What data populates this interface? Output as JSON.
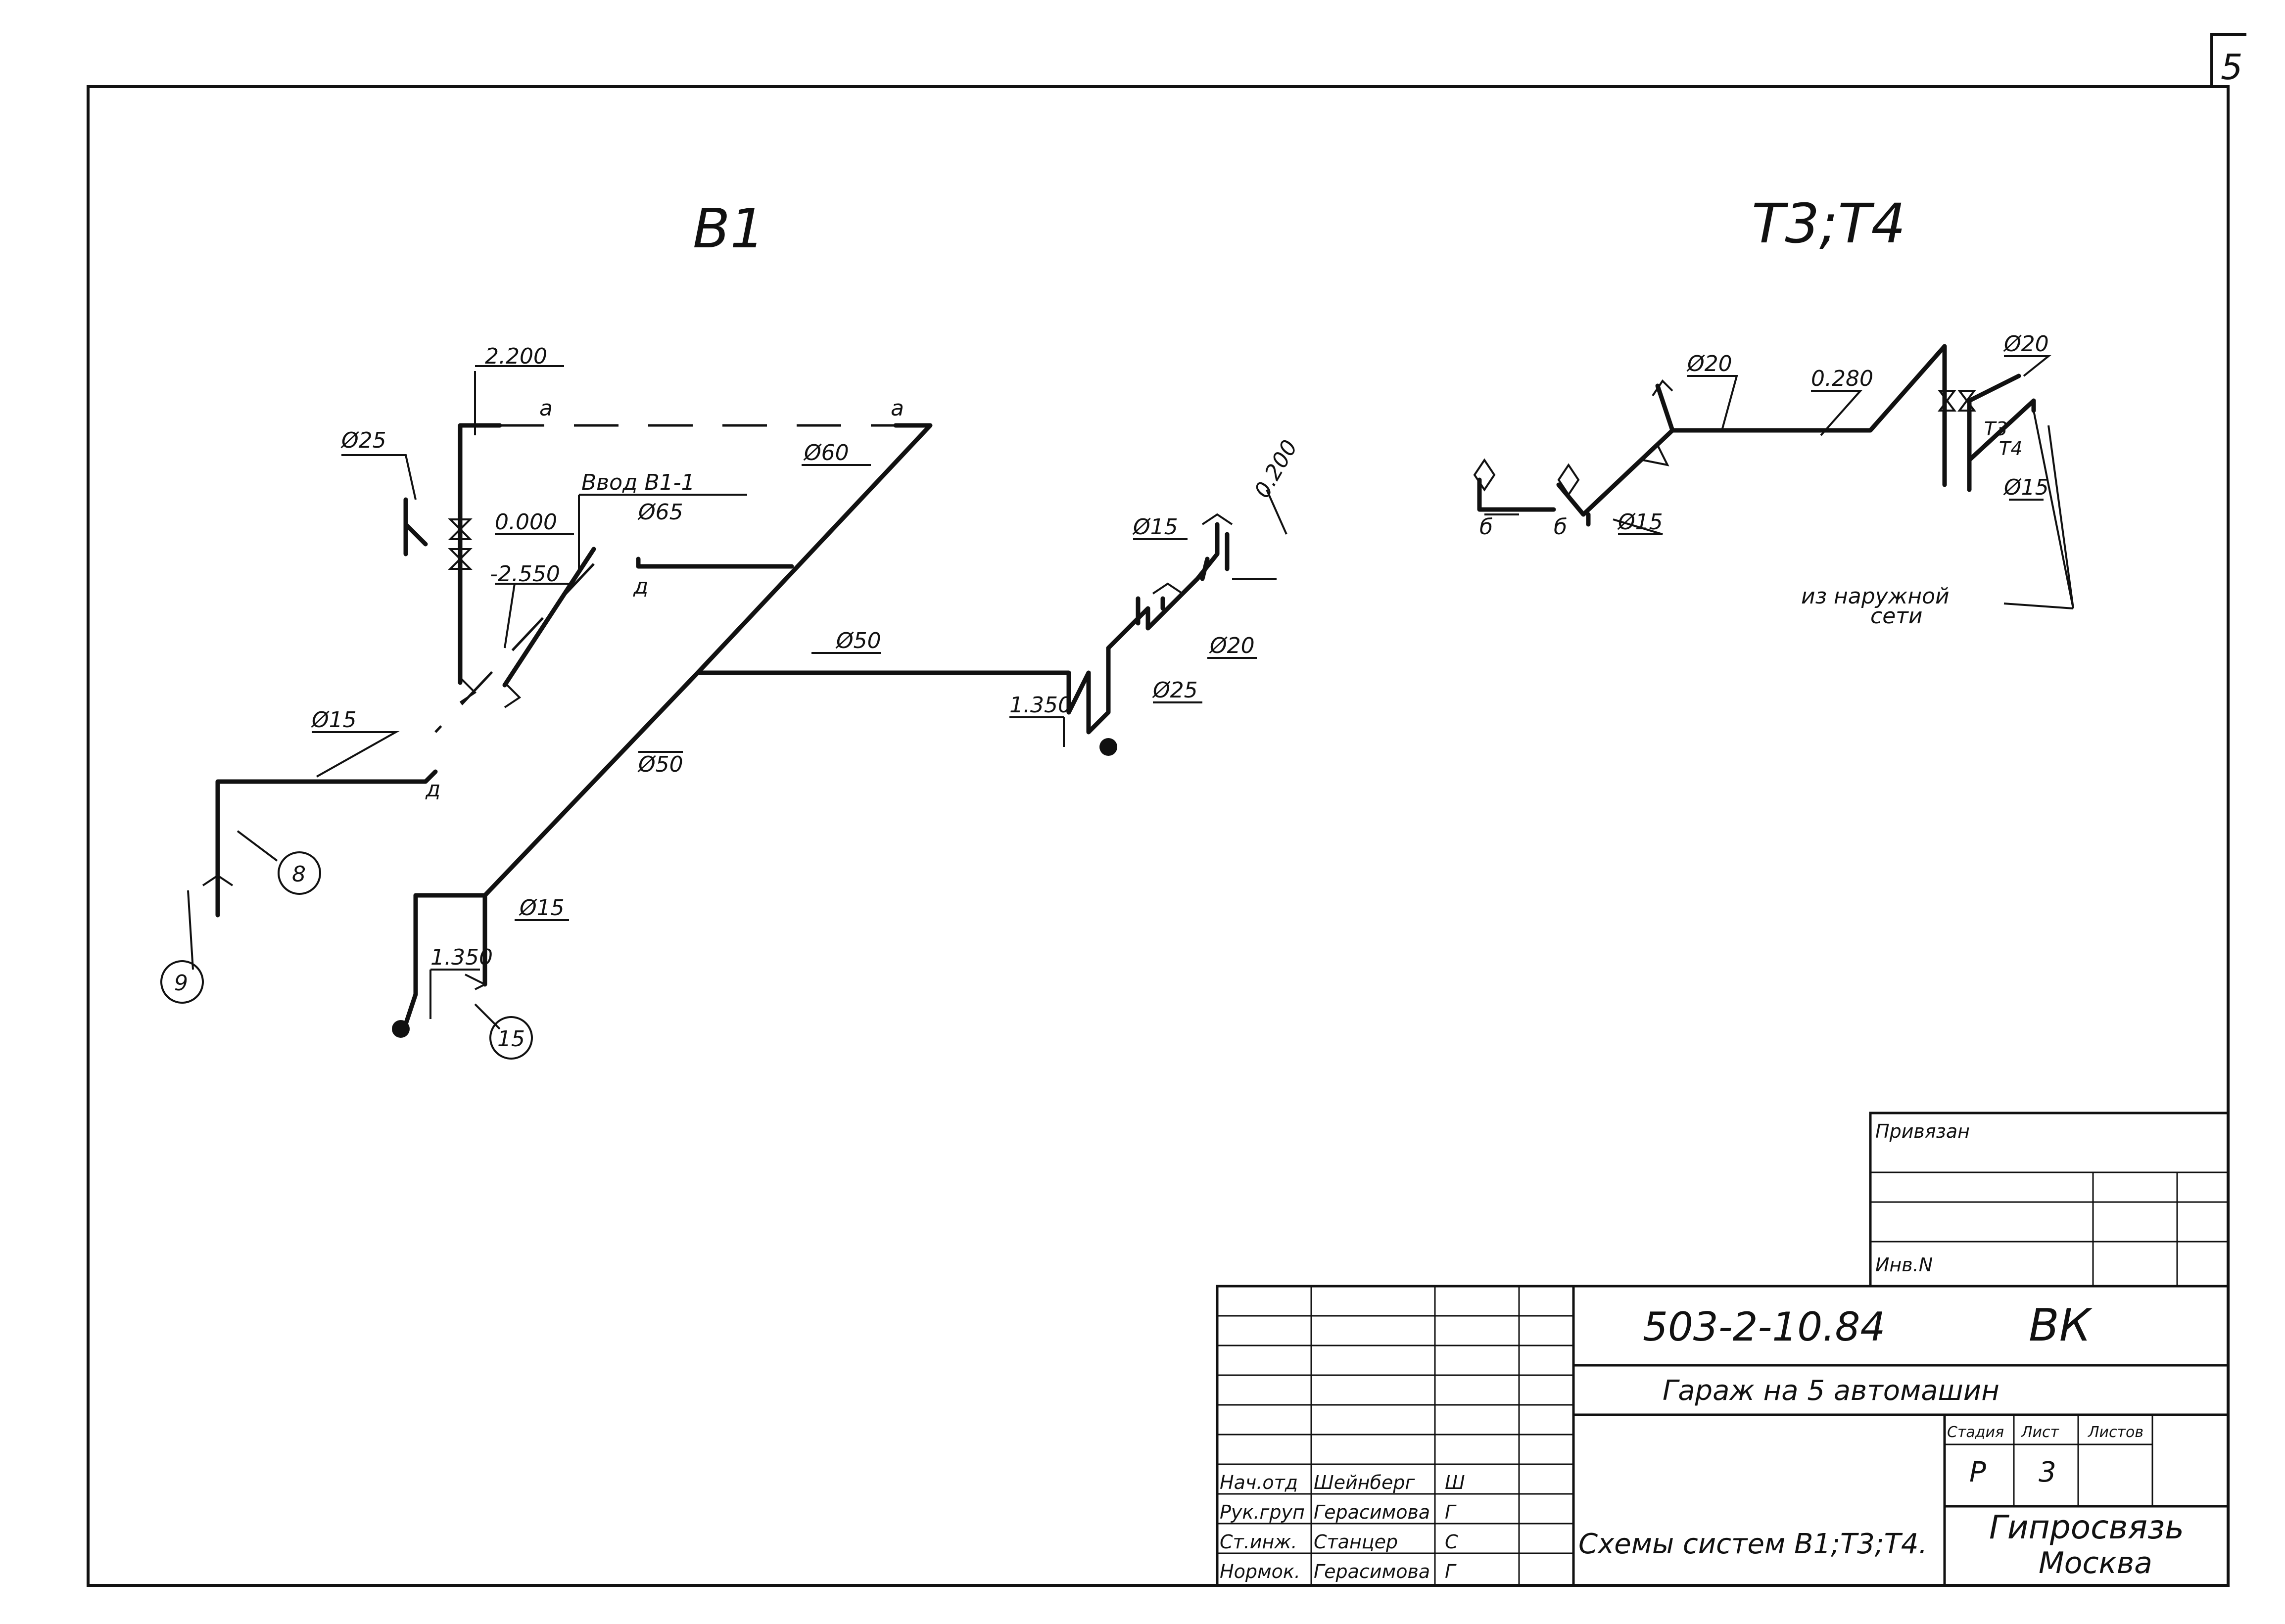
{
  "sheet_number": "5",
  "system_b1": {
    "title": "В1",
    "labels": {
      "elev_top": "2.200",
      "mark_a1": "а",
      "mark_a2": "а",
      "d25": "Ø25",
      "vvod": "Ввод В1-1",
      "d65": "Ø65",
      "elev_zero": "0.000",
      "elev_neg": "-2.550",
      "d60": "Ø60",
      "mark_d1": "д",
      "d15_left": "Ø15",
      "mark_d2": "д",
      "d50_main": "Ø50",
      "d50_branch": "Ø50",
      "d15_low": "Ø15",
      "elev_1350_low": "1.350",
      "elev_1350_right": "1.350",
      "d15_right": "Ø15",
      "d20_right": "Ø20",
      "d25_right": "Ø25",
      "elev_0200": "0.200",
      "callout_8": "8",
      "callout_9": "9",
      "callout_15": "15"
    }
  },
  "system_t3t4": {
    "title": "Т3;Т4",
    "labels": {
      "d20_a": "Ø20",
      "elev_0280": "0.280",
      "d20_b": "Ø20",
      "d15_a": "Ø15",
      "d15_b": "Ø15",
      "mark_b1": "б",
      "mark_b2": "б",
      "t3": "Т3",
      "t4": "Т4",
      "from_network_1": "из наружной",
      "from_network_2": "сети"
    }
  },
  "title_block": {
    "privyazan": "Привязан",
    "inv_no": "Инв.N",
    "doc_code": "503-2-10.84",
    "section": "ВК",
    "project_name": "Гараж на 5 автомашин",
    "sheet_title": "Схемы систем В1;Т3;Т4.",
    "organization_1": "Гипросвязь",
    "organization_2": "Москва",
    "col_stage": "Стадия",
    "col_sheet": "Лист",
    "col_sheets": "Листов",
    "stage_value": "Р",
    "sheet_value": "3",
    "sheets_value": "",
    "roles": [
      {
        "role": "Нач.отд",
        "name": "Шейнберг",
        "signature": "Ш"
      },
      {
        "role": "Рук.груп",
        "name": "Герасимова",
        "signature": "Г"
      },
      {
        "role": "Ст.инж.",
        "name": "Станцер",
        "signature": "С"
      },
      {
        "role": "Нормок.",
        "name": "Герасимова",
        "signature": "Г"
      }
    ]
  }
}
